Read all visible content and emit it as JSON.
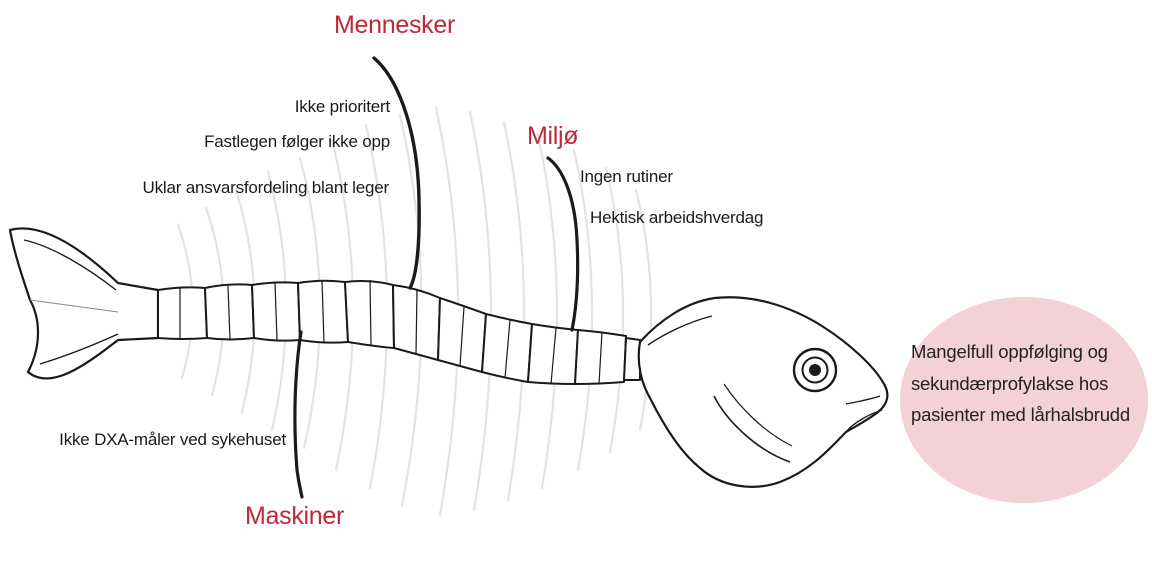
{
  "colors": {
    "category": "#c0283a",
    "text": "#1a1a1a",
    "outline": "#1a1a1a",
    "bubble": "#f2d2d6",
    "ghost_ribs": "#e3e3e3"
  },
  "categories": {
    "people": "Mennesker",
    "environment": "Miljø",
    "machines": "Maskiner"
  },
  "causes": {
    "people": [
      "Ikke prioritert",
      "Fastlegen følger ikke opp",
      "Uklar ansvarsfordeling blant leger"
    ],
    "environment": [
      "Ingen rutiner",
      "Hektisk arbeidshverdag"
    ],
    "machines": [
      "Ikke DXA-måler ved sykehuset"
    ]
  },
  "problem": {
    "lines": [
      "Mangelfull oppfølging og",
      "sekundærprofylakse hos",
      "pasienter med lårhalsbrudd"
    ]
  }
}
